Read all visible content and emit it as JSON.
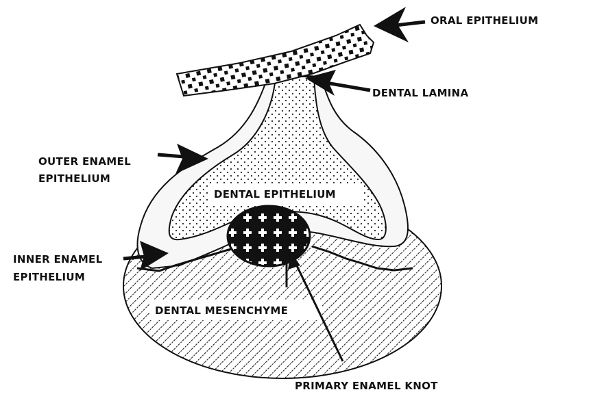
{
  "labels": {
    "oral_epithelium": "ORAL EPITHELIUM",
    "dental_lamina": "DENTAL LAMINA",
    "outer_enamel_line1": "OUTER ENAMEL",
    "outer_enamel_line2": "EPITHELIUM",
    "dental_epithelium": "DENTAL EPITHELIUM",
    "inner_enamel_line1": "INNER ENAMEL",
    "inner_enamel_line2": "EPITHELIUM",
    "dental_mesenchyme": "DENTAL MESENCHYME",
    "primary_enamel_knot": "PRIMARY ENAMEL KNOT"
  },
  "colors": {
    "ink": "#111111",
    "paper": "#ffffff",
    "epithelium_fill": "#f7f7f7"
  }
}
